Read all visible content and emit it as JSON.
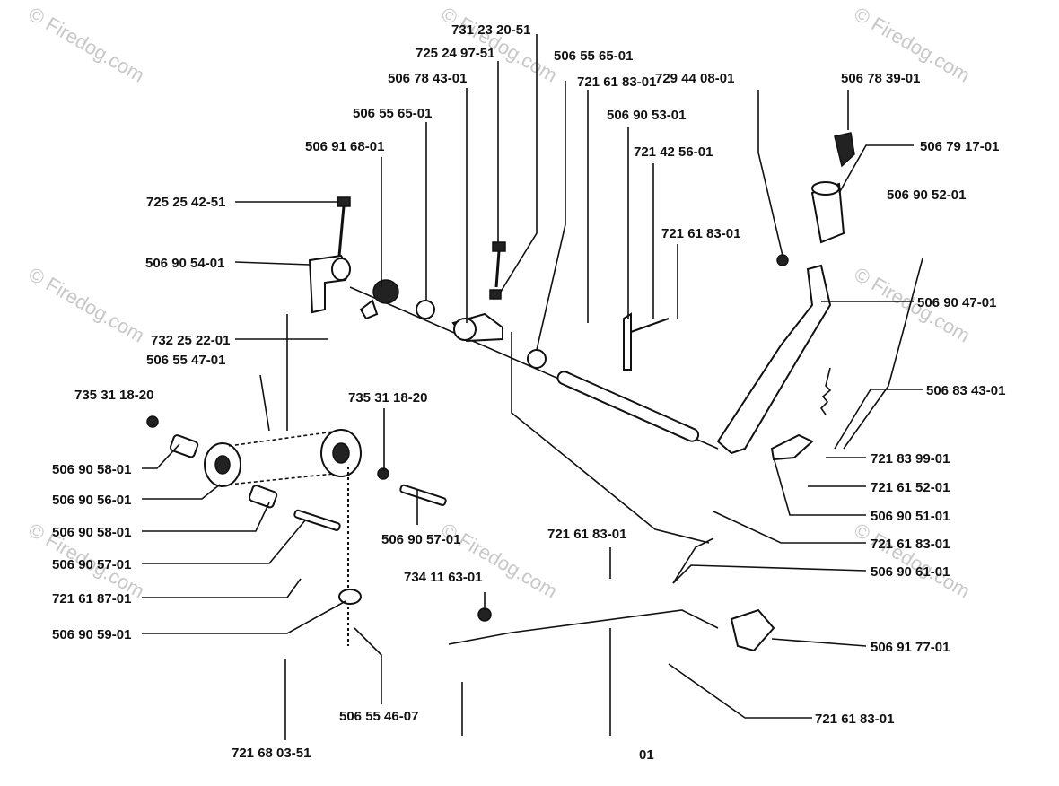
{
  "watermark": "© Firedog.com",
  "labels": {
    "p731232051": "731 23 20-51",
    "p725249751": "725 24 97-51",
    "p506784301": "506 78 43-01",
    "p506556501a": "506 55 65-01",
    "p506556501b": "506 55 65-01",
    "p721618301a": "721 61 83-01",
    "p506905301": "506 90 53-01",
    "p721425601": "721 42 56-01",
    "p729440801": "729 44 08-01",
    "p506783901": "506 78 39-01",
    "p506791701": "506 79 17-01",
    "p506916801": "506 91 68-01",
    "p725254251": "725 25 42-51",
    "p721618301b": "721 61 83-01",
    "p506905201": "506 90 52-01",
    "p506905401": "506 90 54-01",
    "p506904701": "506 90 47-01",
    "p732252201": "732 25 22-01",
    "p506554701": "506 55 47-01",
    "p735311820a": "735 31 18-20",
    "p735311820b": "735 31 18-20",
    "p506834301": "506 83 43-01",
    "p506905801a": "506 90 58-01",
    "p721839901": "721 83 99-01",
    "p721615201": "721 61 52-01",
    "p506905601": "506 90 56-01",
    "p506905101": "506 90 51-01",
    "p506905801b": "506 90 58-01",
    "p506905701a": "506 90 57-01",
    "p721618301c": "721 61 83-01",
    "p721618301d": "721 61 83-01",
    "p506905701b": "506 90 57-01",
    "p506906101": "506 90 61-01",
    "p734116301": "734 11 63-01",
    "p721618701": "721 61 87-01",
    "p506905901": "506 90 59-01",
    "p506917701": "506 91 77-01",
    "p721618301e": "721 61 83-01",
    "p506554607": "506 55 46-07",
    "p721680351": "721 68 03-51",
    "p01": "01"
  }
}
